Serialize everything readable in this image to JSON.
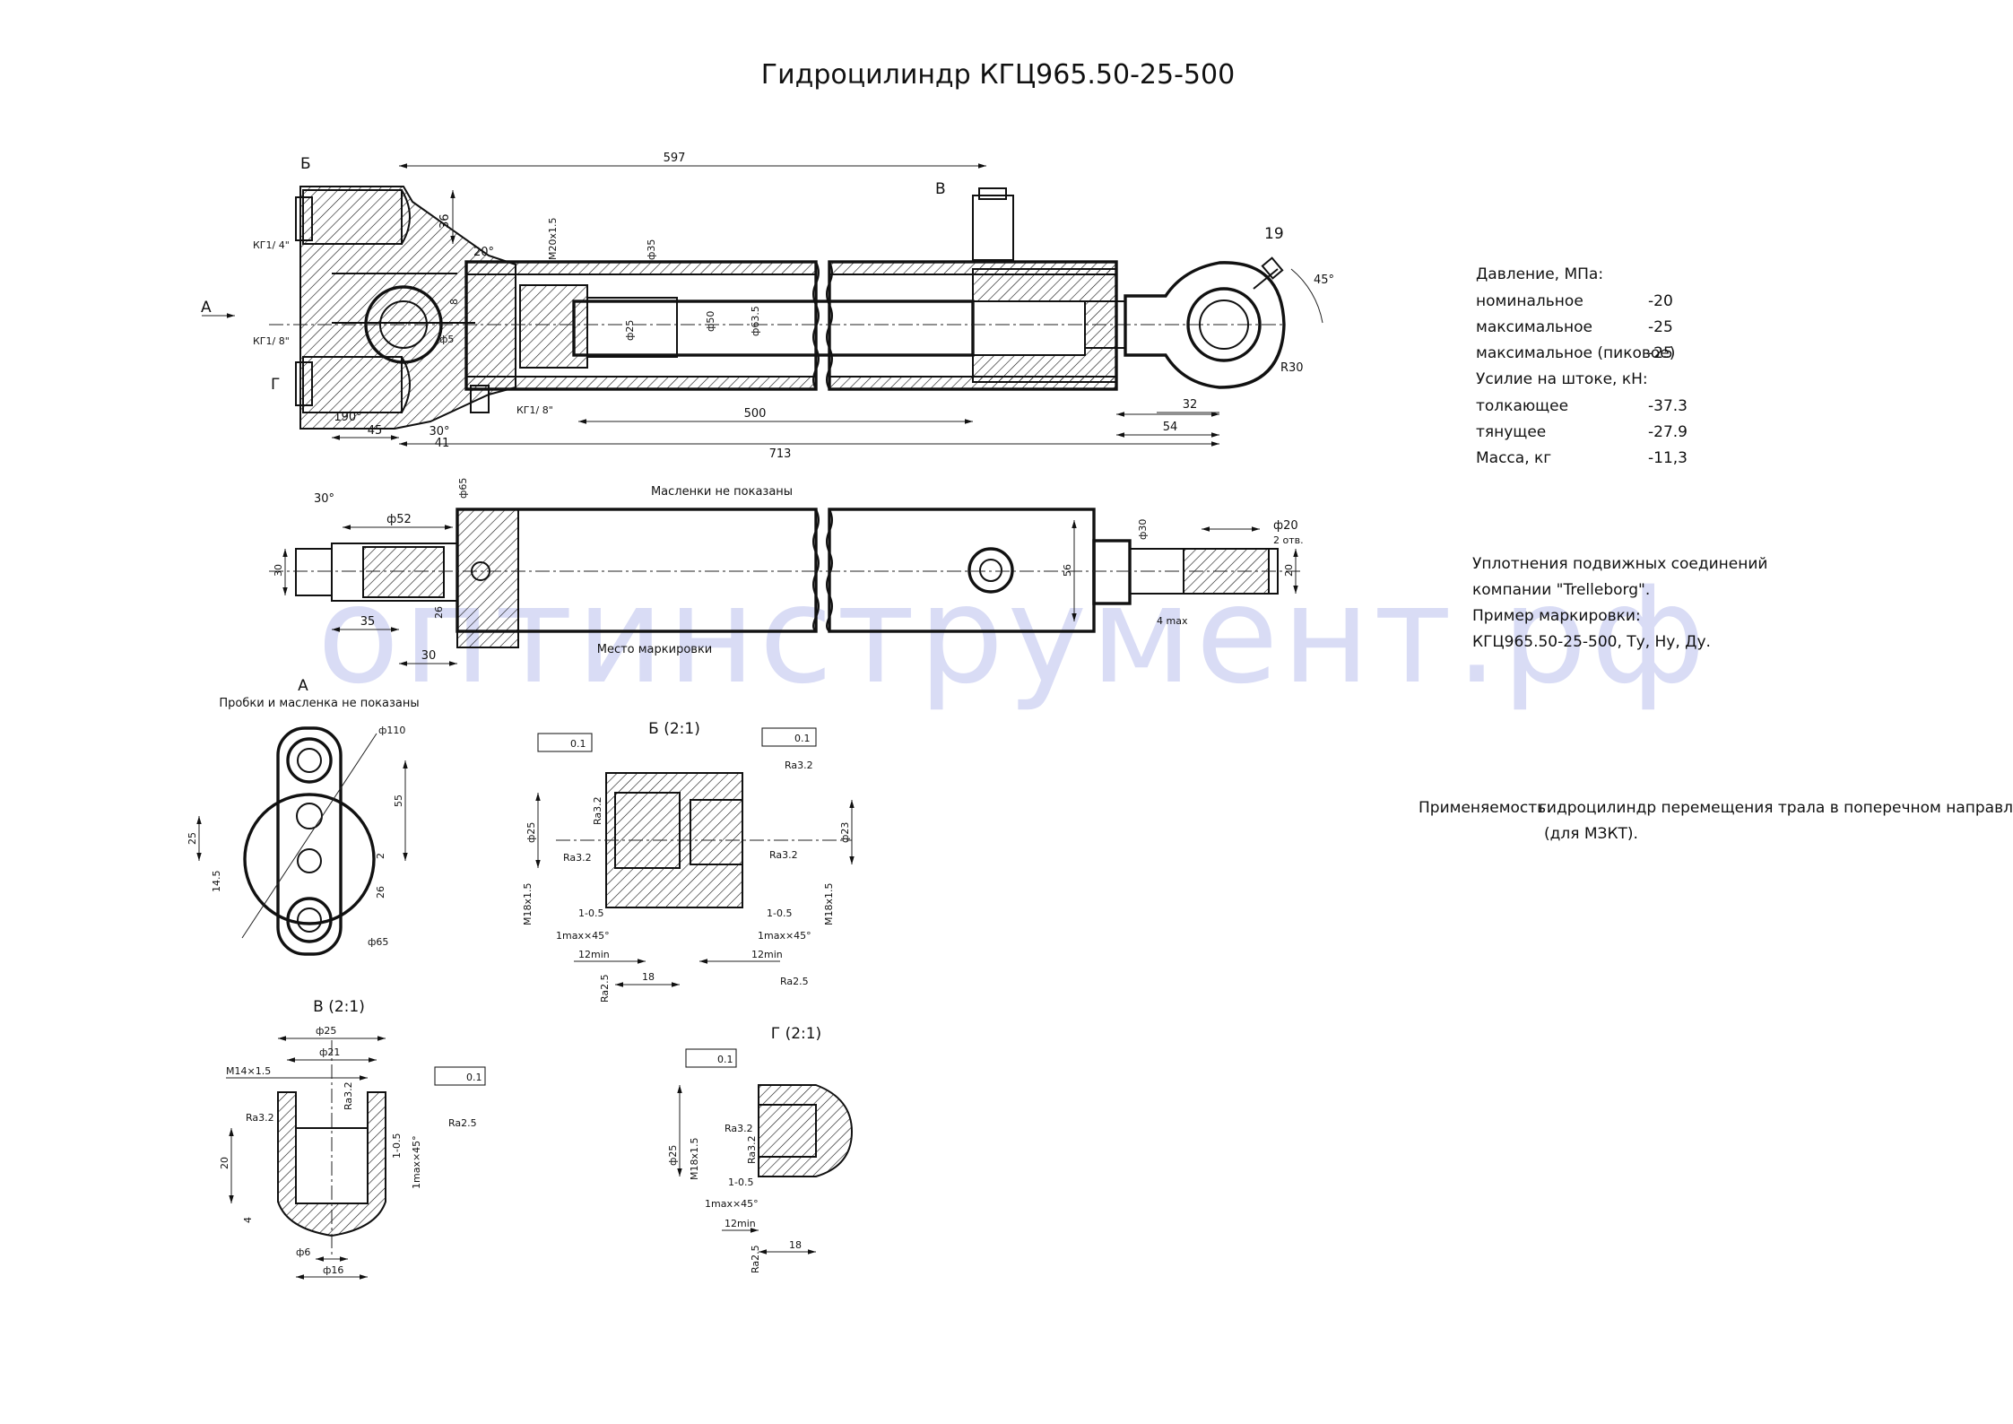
{
  "title": "Гидроцилиндр КГЦ965.50-25-500",
  "specs": [
    {
      "label": "Давление, МПа:",
      "value": ""
    },
    {
      "label": "номинальное",
      "value": "-20"
    },
    {
      "label": "максимальное",
      "value": "-25"
    },
    {
      "label": "максимальное (пиковое)",
      "value": "-25"
    },
    {
      "label": "Усилие на штоке, кН:",
      "value": ""
    },
    {
      "label": "толкающее",
      "value": "-37.3"
    },
    {
      "label": "тянущее",
      "value": "-27.9"
    },
    {
      "label": "Масса, кг",
      "value": "-11,3"
    }
  ],
  "seals_note": [
    "Уплотнения подвижных соединений",
    "компании \"Trelleborg\".",
    "Пример маркировки:",
    "КГЦ965.50-25-500, Ту, Ну, Ду."
  ],
  "applicability": {
    "label": "Применяемость:",
    "text_line1": "гидроцилиндр перемещения трала в поперечном направлении",
    "text_line2": "(для МЗКТ)."
  },
  "watermark": "оптинструмент.рф",
  "main_view": {
    "dims": {
      "d597": "597",
      "d36": "36",
      "d20deg": "20°",
      "m20": "M20х1.5",
      "d35": "ф35",
      "d8": "8",
      "d25": "ф25",
      "d50": "ф50",
      "d635": "ф63.5",
      "d5": "ф5",
      "d500": "500",
      "d45": "45",
      "d41": "41",
      "d30deg": "30°",
      "d190": "190°",
      "d713": "713",
      "d32": "32",
      "d54": "54",
      "d19": "19",
      "d45deg": "45°",
      "r30": "R30"
    },
    "labels": {
      "b": "Б",
      "v": "В",
      "a": "А",
      "g": "Г",
      "kg14": "КГ1/ 4\"",
      "kg18a": "КГ1/ 8\"",
      "kg18b": "КГ1/ 8\""
    }
  },
  "top_view": {
    "note_grease": "Масленки не показаны",
    "note_marking": "Место маркировки",
    "dims": {
      "d30deg": "30°",
      "d52": "ф52",
      "d65": "ф65",
      "d30a": "30",
      "d26": "26",
      "d35": "35",
      "d30b": "30",
      "d56": "56",
      "d30c": "ф30",
      "d20": "ф20",
      "holes": "2 отв.",
      "d20b": "20",
      "d4max": "4 max"
    }
  },
  "view_a": {
    "title": "А",
    "note": "Пробки и масленка не показаны",
    "dims": {
      "d110": "ф110",
      "d55": "55",
      "d25": "25",
      "d145": "14.5",
      "d2": "2",
      "d26": "26",
      "d65": "ф65"
    }
  },
  "view_b": {
    "title": "Б (2:1)",
    "dims": {
      "tol1": "0.1",
      "tol2": "0.1",
      "ra32a": "Ra3.2",
      "ra32b": "Ra3.2",
      "ra32c": "Ra3.2",
      "ra32d": "Ra3.2",
      "ra25a": "Ra2.5",
      "ra25b": "Ra2.5",
      "d25": "ф25",
      "d23": "ф23",
      "m18a": "M18х1.5",
      "m18b": "M18х1.5",
      "s105a": "1-0.5",
      "s105b": "1-0.5",
      "ch1": "1max×45°",
      "ch2": "1max×45°",
      "min12a": "12min",
      "min12b": "12min",
      "d18": "18"
    }
  },
  "view_v": {
    "title": "В (2:1)",
    "dims": {
      "d25": "ф25",
      "d21": "ф21",
      "m14": "M14×1.5",
      "tol": "0.1",
      "ra32a": "Ra3.2",
      "ra32b": "Ra3.2",
      "ra25": "Ra2.5",
      "d20": "20",
      "d4": "4",
      "ch": "1max×45°",
      "s105": "1-0.5",
      "d6": "ф6",
      "d16": "ф16"
    }
  },
  "view_g": {
    "title": "Г (2:1)",
    "dims": {
      "tol": "0.1",
      "d25": "ф25",
      "m18": "M18х1.5",
      "ra32a": "Ra3.2",
      "ra32b": "Ra3.2",
      "s105": "1-0.5",
      "ch": "1max×45°",
      "min12": "12min",
      "d18": "18",
      "ra25": "Ra2.5"
    }
  }
}
